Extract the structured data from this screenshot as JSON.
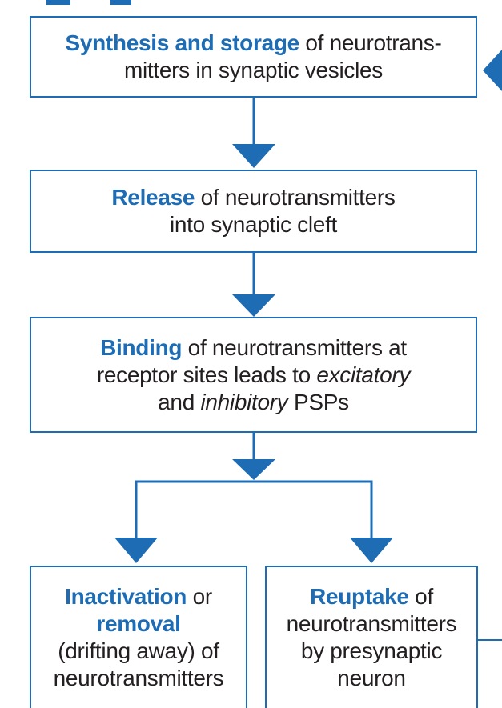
{
  "diagram": {
    "accent_color": "#1d6cb4",
    "boxes": {
      "synthesis": {
        "bold": "Synthesis and storage",
        "line1_rest": " of neurotrans-",
        "line2": "mitters in synaptic vesicles"
      },
      "release": {
        "bold": "Release",
        "line1_rest": " of neurotransmitters",
        "line2": "into synaptic cleft"
      },
      "binding": {
        "bold": "Binding",
        "line1_rest": " of neurotransmitters at",
        "line2_pre": "receptor sites leads to ",
        "line2_ital": "excitatory",
        "line3_pre": "and ",
        "line3_ital": "inhibitory",
        "line3_post": " PSPs"
      },
      "inactivation": {
        "bold1": "Inactivation",
        "line1_rest": " or",
        "bold2": "removal",
        "line3": "(drifting away) of",
        "line4": "neurotransmitters"
      },
      "reuptake": {
        "bold": "Reuptake",
        "line1_rest": " of",
        "line2": "neurotransmitters",
        "line3": "by presynaptic",
        "line4": "neuron"
      }
    }
  }
}
